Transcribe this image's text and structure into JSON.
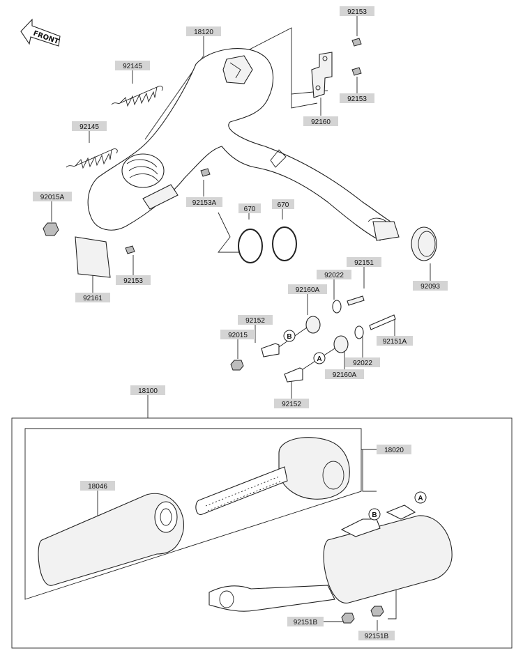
{
  "diagram": {
    "front_label": "FRONT",
    "part_labels": [
      "92153",
      "18120",
      "92145",
      "92145",
      "92153",
      "92160",
      "92153A",
      "670",
      "670",
      "92015A",
      "92161",
      "92153",
      "92093",
      "92151",
      "92022",
      "92160A",
      "92152",
      "92015",
      "92151A",
      "92022",
      "92160A",
      "92152",
      "18100",
      "18020",
      "18046",
      "92151B",
      "92151B"
    ],
    "callouts": [
      "B",
      "A",
      "B",
      "A"
    ]
  }
}
